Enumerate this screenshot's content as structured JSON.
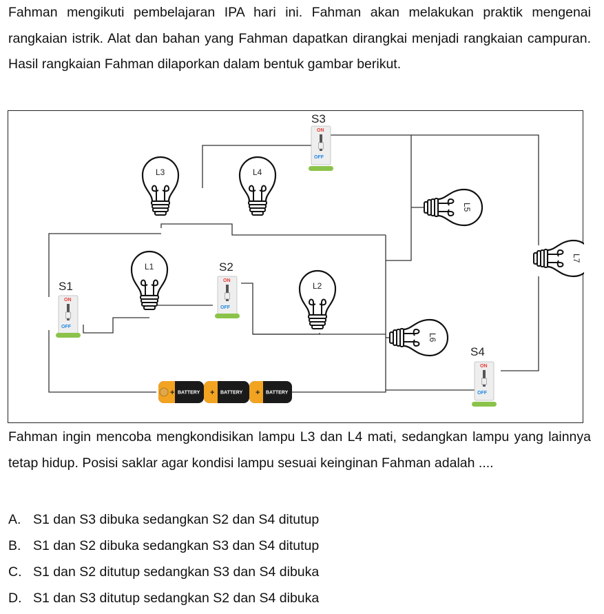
{
  "intro": "Fahman mengikuti pembelajaran IPA hari ini. Fahman akan melakukan praktik mengenai rangkaian istrik. Alat dan bahan yang Fahman dapatkan dirangkai menjadi rangkaian campuran. Hasil rangkaian Fahman dilaporkan dalam bentuk gambar berikut.",
  "circuit": {
    "bulbs": {
      "L1": "L1",
      "L2": "L2",
      "L3": "L3",
      "L4": "L4",
      "L5": "L5",
      "L6": "L6",
      "L7": "L7"
    },
    "switches": {
      "S1": "S1",
      "S2": "S2",
      "S3": "S3",
      "S4": "S4",
      "on_text": "ON",
      "off_text": "OFF"
    },
    "battery_label": "BATTERY",
    "battery_plus": "+"
  },
  "question": "Fahman ingin mencoba mengkondisikan lampu L3 dan L4 mati, sedangkan lampu yang lainnya tetap hidup. Posisi saklar agar kondisi lampu sesuai keinginan Fahman adalah ....",
  "options": [
    {
      "letter": "A.",
      "text": "S1 dan S3 dibuka sedangkan S2 dan S4 ditutup"
    },
    {
      "letter": "B.",
      "text": "S1 dan S2 dibuka sedangkan S3 dan S4 ditutup"
    },
    {
      "letter": "C.",
      "text": "S1 dan S2 ditutup sedangkan S3 dan S4 dibuka"
    },
    {
      "letter": "D.",
      "text": "S1 dan S3 ditutup sedangkan S2 dan S4 dibuka"
    }
  ]
}
